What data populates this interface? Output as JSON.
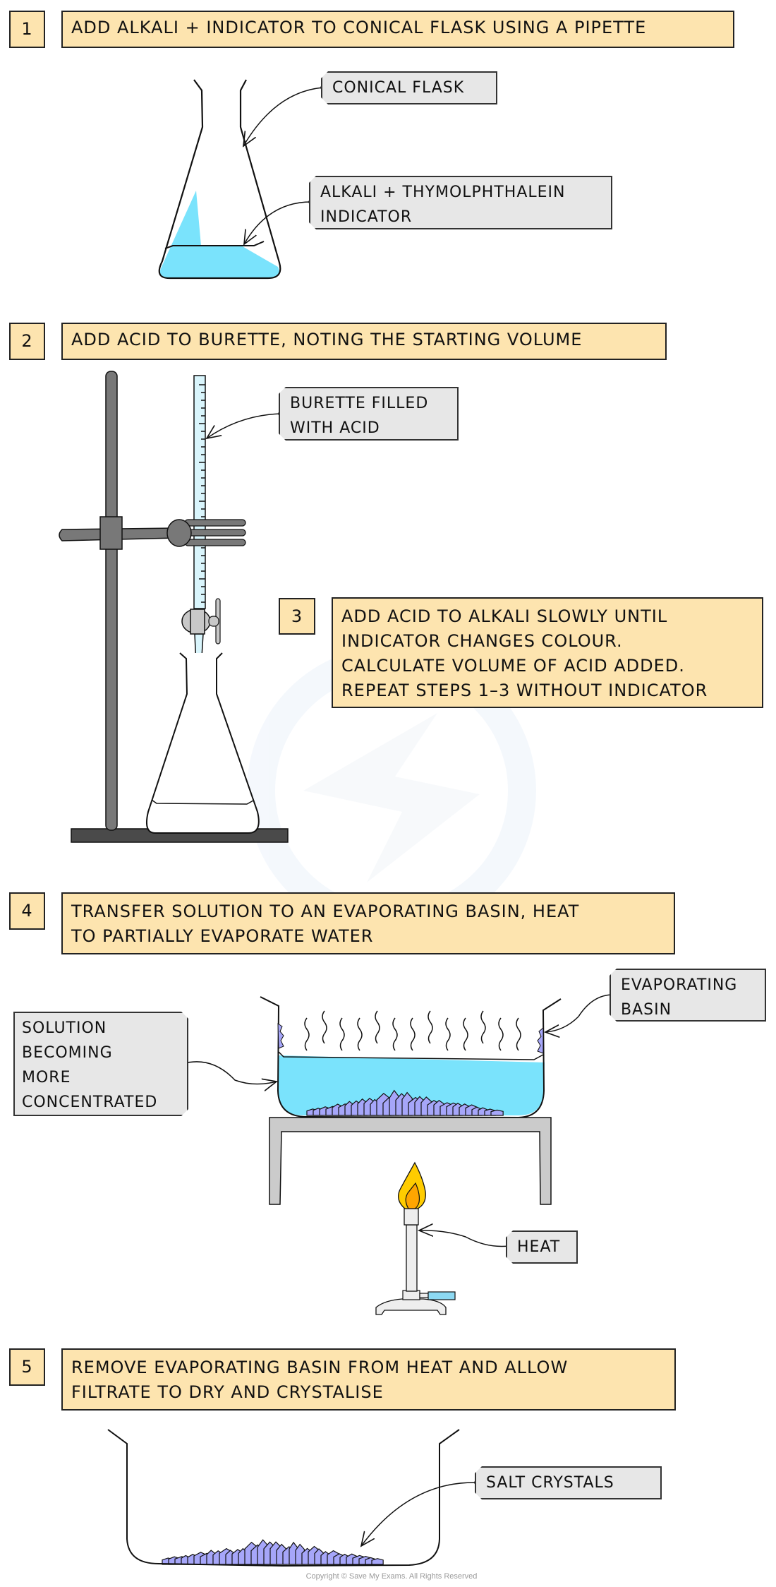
{
  "steps": [
    {
      "number": "1",
      "lines": [
        "ADD ALKALI + INDICATOR TO CONICAL FLASK USING A PIPETTE"
      ]
    },
    {
      "number": "2",
      "lines": [
        "ADD ACID TO BURETTE, NOTING THE STARTING VOLUME"
      ]
    },
    {
      "number": "3",
      "lines": [
        "ADD ACID TO ALKALI SLOWLY UNTIL",
        "INDICATOR CHANGES COLOUR.",
        "CALCULATE VOLUME OF ACID ADDED.",
        "REPEAT STEPS 1–3 WITHOUT INDICATOR"
      ]
    },
    {
      "number": "4",
      "lines": [
        "TRANSFER SOLUTION TO AN EVAPORATING  BASIN, HEAT",
        "TO PARTIALLY EVAPORATE WATER"
      ]
    },
    {
      "number": "5",
      "lines": [
        "REMOVE EVAPORATING BASIN FROM HEAT AND ALLOW",
        "FILTRATE TO DRY AND CRYSTALISE"
      ]
    }
  ],
  "labels": {
    "conical_flask": [
      "CONICAL FLASK"
    ],
    "alkali_indicator": [
      "ALKALI + THYMOLPHTHALEIN",
      "INDICATOR"
    ],
    "burette": [
      "BURETTE FILLED",
      "WITH ACID"
    ],
    "solution": [
      "SOLUTION",
      "BECOMING",
      "MORE",
      "CONCENTRATED"
    ],
    "evaporating_basin": [
      "EVAPORATING",
      "BASIN"
    ],
    "heat": [
      "HEAT"
    ],
    "salt_crystals": [
      "SALT CRYSTALS"
    ]
  },
  "icons": {
    "flask_1": "conical-flask-icon",
    "stand": "retort-stand-icon",
    "burette": "burette-icon",
    "flask_2": "conical-flask-icon",
    "basin_heated": "evaporating-basin-icon",
    "tripod": "tripod-icon",
    "burner": "bunsen-burner-icon",
    "basin_dry": "evaporating-basin-icon"
  },
  "colors": {
    "step_box": "#FDE4AF",
    "label_box": "#E7E7E7",
    "liquid": "#7AE3FC",
    "acid": "#D9F5FC",
    "crystals": "#A6A6F9",
    "stand": "#787878",
    "stand_base": "#4A4A4A",
    "flame_outer": "#FFCC00",
    "flame_inner": "#FFA500"
  },
  "copyright": "Copyright © Save My Exams. All Rights Reserved"
}
